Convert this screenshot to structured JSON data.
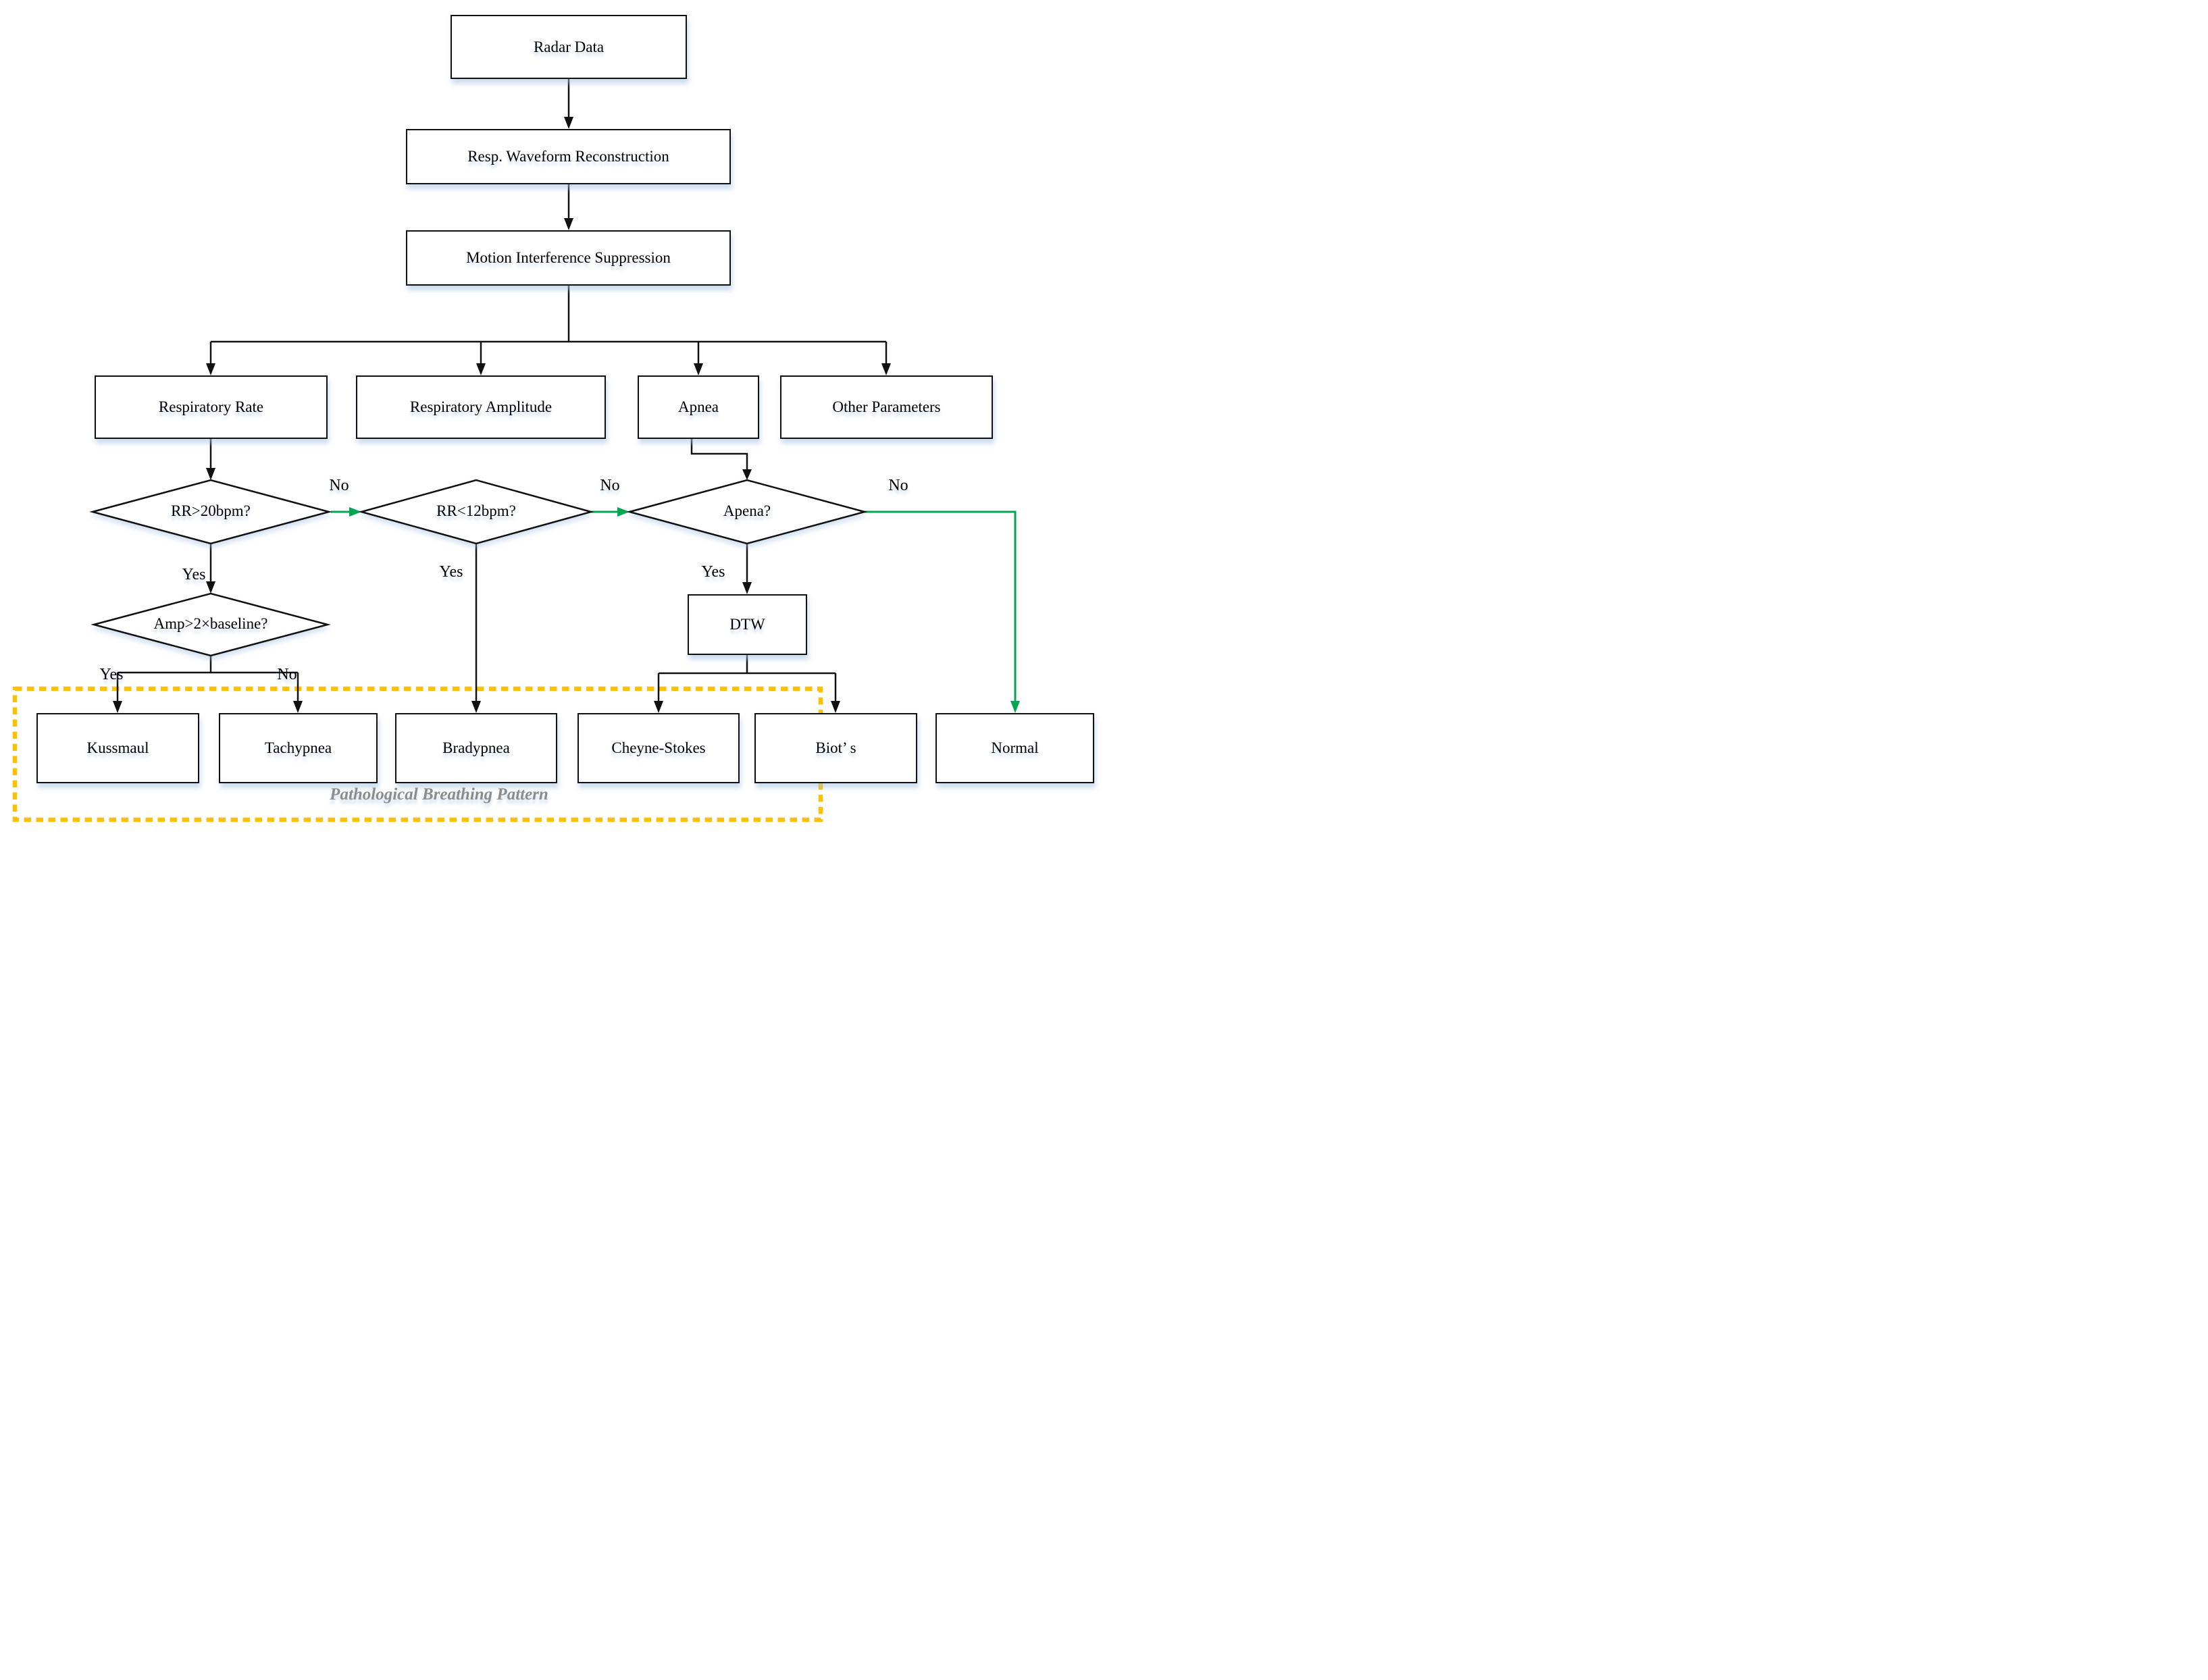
{
  "flowchart": {
    "nodes": {
      "radar_data": "Radar Data",
      "waveform": "Resp. Waveform Reconstruction",
      "motion": "Motion Interference Suppression",
      "resp_rate": "Respiratory Rate",
      "resp_amp": "Respiratory Amplitude",
      "apnea": "Apnea",
      "other": "Other Parameters",
      "dtw": "DTW",
      "kussmaul": "Kussmaul",
      "tachypnea": "Tachypnea",
      "bradypnea": "Bradypnea",
      "cheyne": "Cheyne-Stokes",
      "biots": "Biot’ s",
      "normal": "Normal"
    },
    "decisions": {
      "rr_gt20": "RR>20bpm?",
      "rr_lt12": "RR<12bpm?",
      "apnea_q": "Apena?",
      "amp_gt2x": "Amp>2×baseline?"
    },
    "edge_labels": {
      "rr_gt20_no": "No",
      "rr_gt20_yes": "Yes",
      "rr_lt12_no": "No",
      "rr_lt12_yes": "Yes",
      "apnea_no": "No",
      "apnea_yes": "Yes",
      "amp_yes": "Yes",
      "amp_no": "No"
    },
    "group": {
      "label": "Pathological Breathing Pattern"
    },
    "colors": {
      "flow_green": "#00a651",
      "group_border_orange": "#ffc000",
      "group_label_gray": "#8c8c8c",
      "line_black": "#111111"
    }
  }
}
